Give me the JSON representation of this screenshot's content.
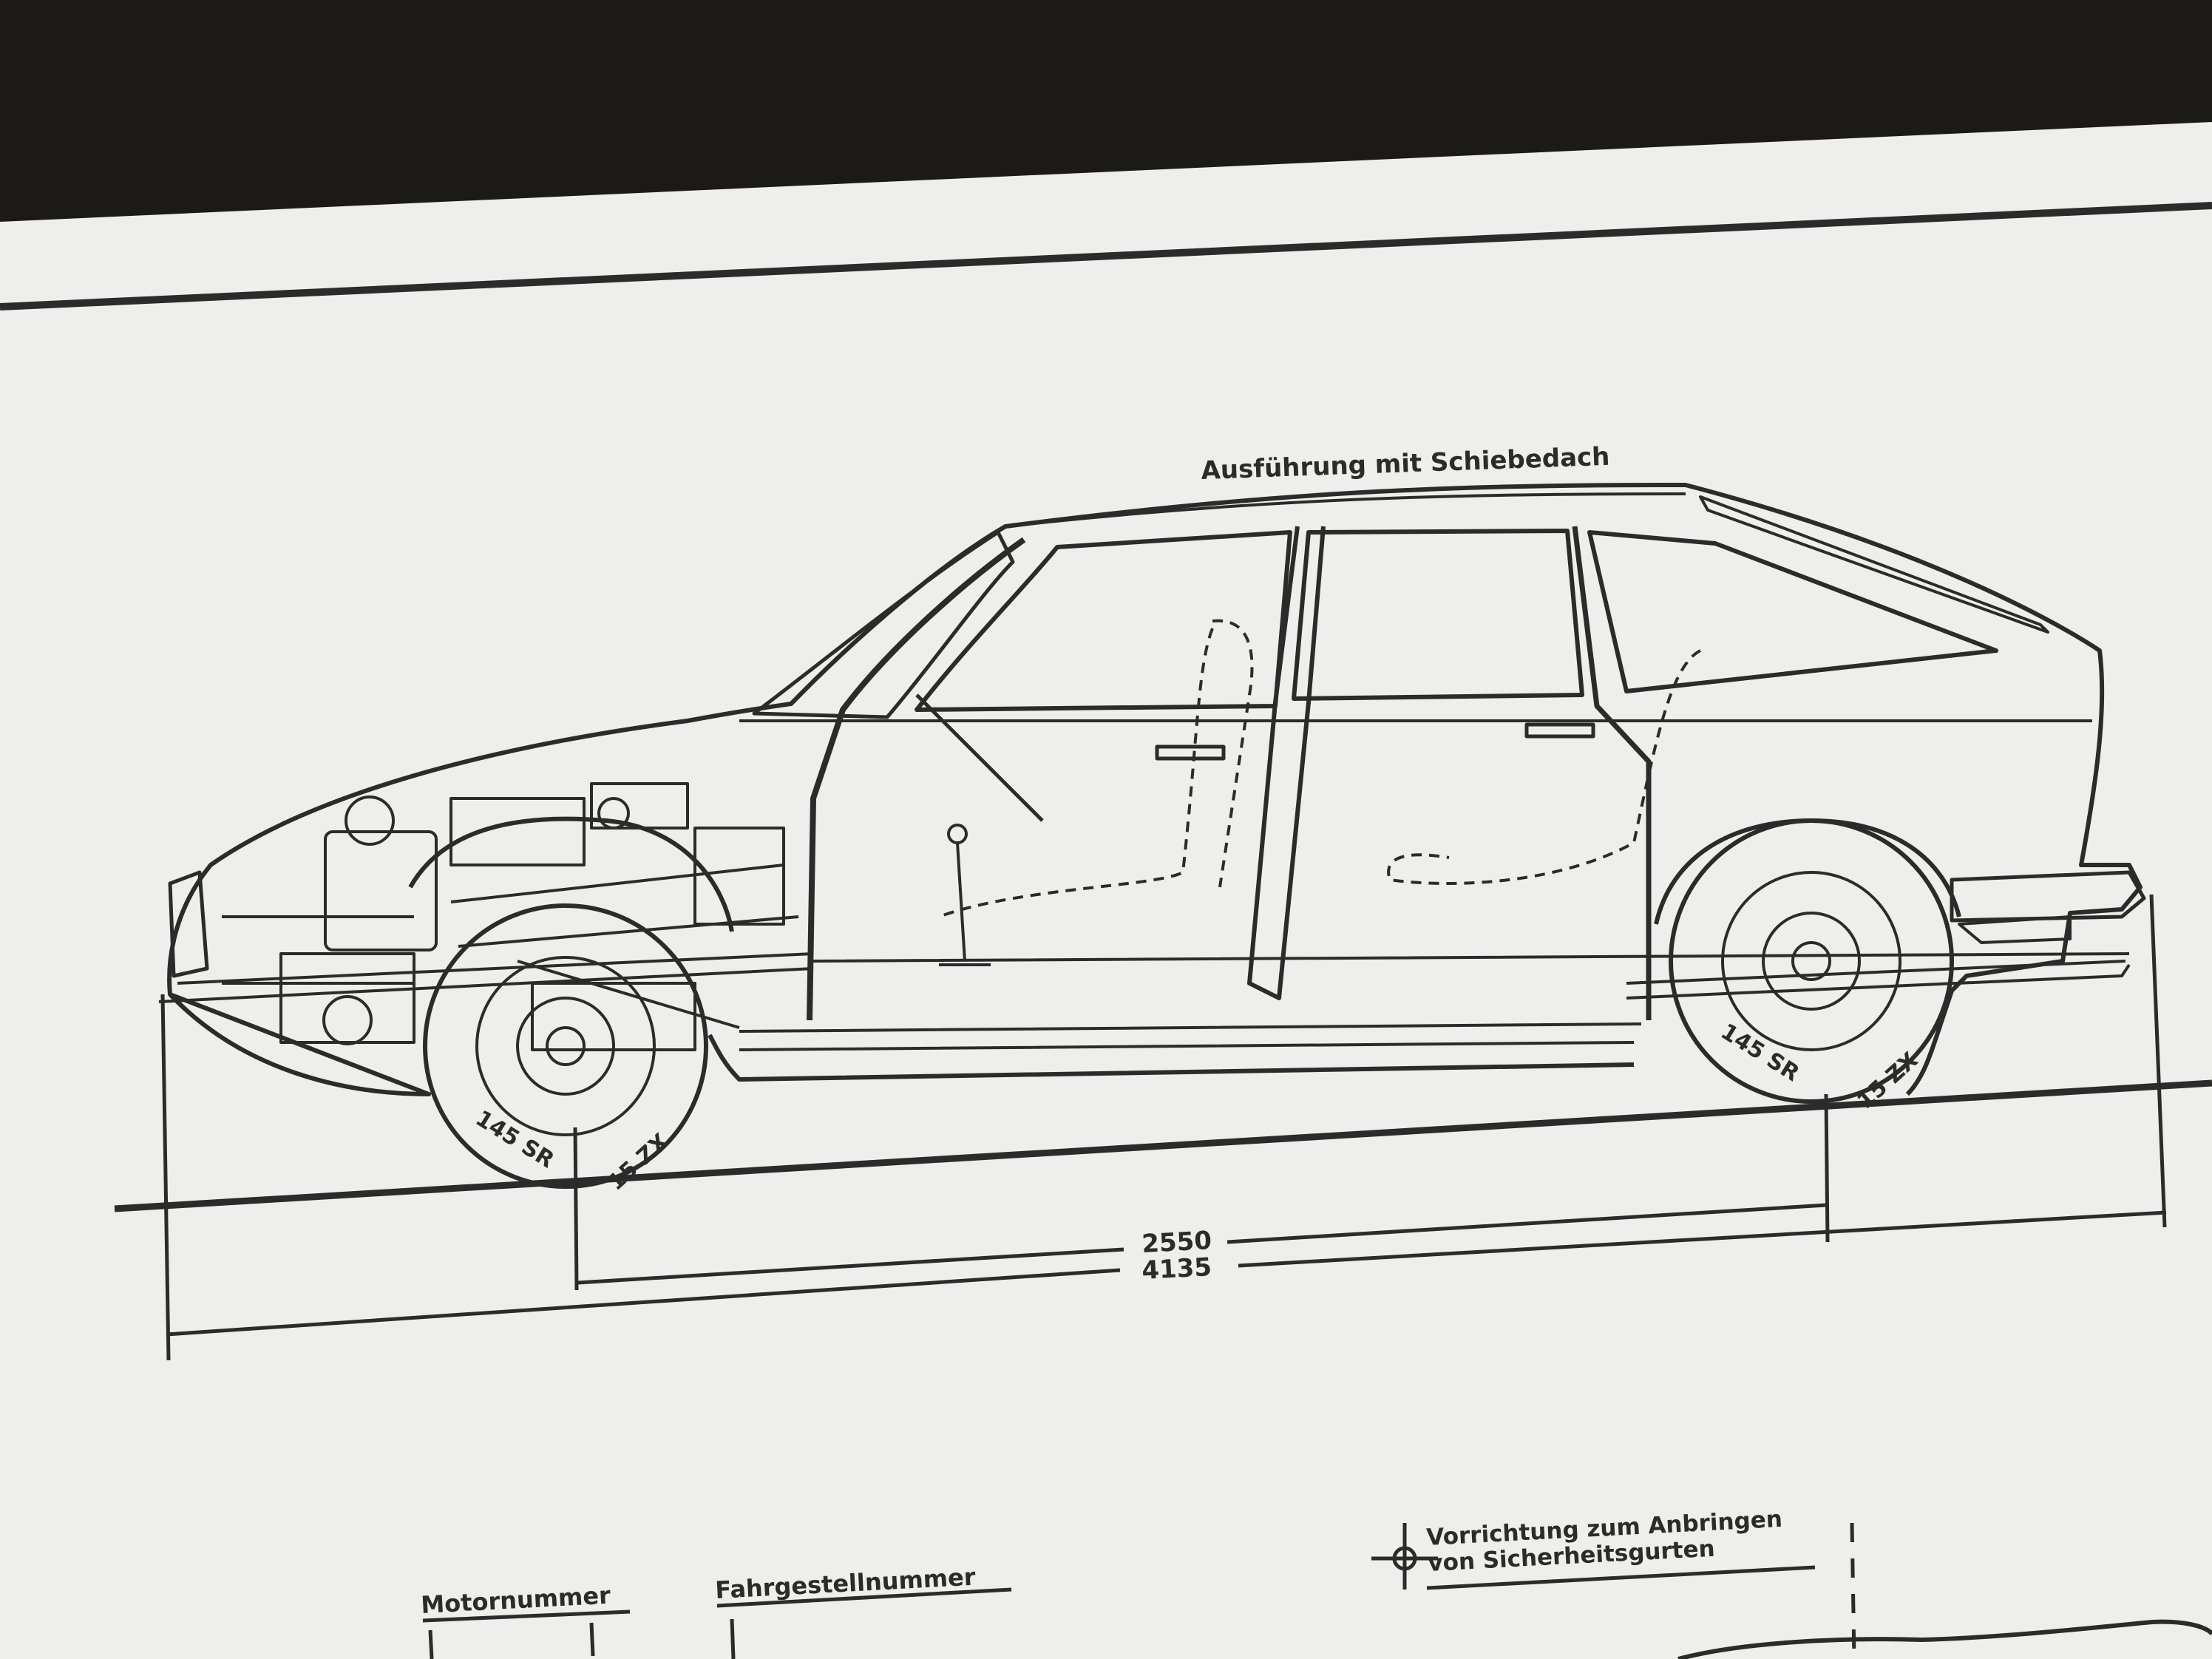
{
  "document": {
    "heading_annotation": "Ausführung mit Schiebedach",
    "dimensions": {
      "wheelbase": "2550",
      "overall_length": "4135"
    },
    "tire_markings": {
      "front_left": "145 SR",
      "front_right": "15 ZX",
      "rear_left": "145 SR",
      "rear_right": "15 ZX"
    },
    "fields": {
      "engine_number_label": "Motornummer",
      "chassis_number_label": "Fahrgestellnummer"
    },
    "seatbelt_note": {
      "line1": "Vorrichtung zum Anbringen",
      "line2": "von Sicherheitsgurten"
    }
  },
  "colors": {
    "paper": "#eeeeec",
    "ink": "#2b2b2b",
    "background": "#1c1a18"
  }
}
